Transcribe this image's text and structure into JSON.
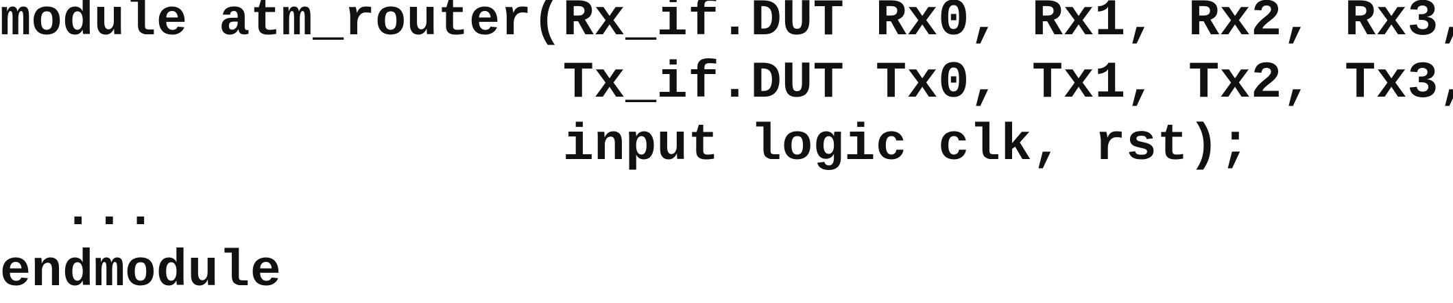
{
  "code": {
    "lines": [
      "module atm_router(Rx_if.DUT Rx0, Rx1, Rx2, Rx3,",
      "                  Tx_if.DUT Tx0, Tx1, Tx2, Tx3,",
      "                  input logic clk, rst);",
      "  ...",
      "endmodule"
    ]
  }
}
